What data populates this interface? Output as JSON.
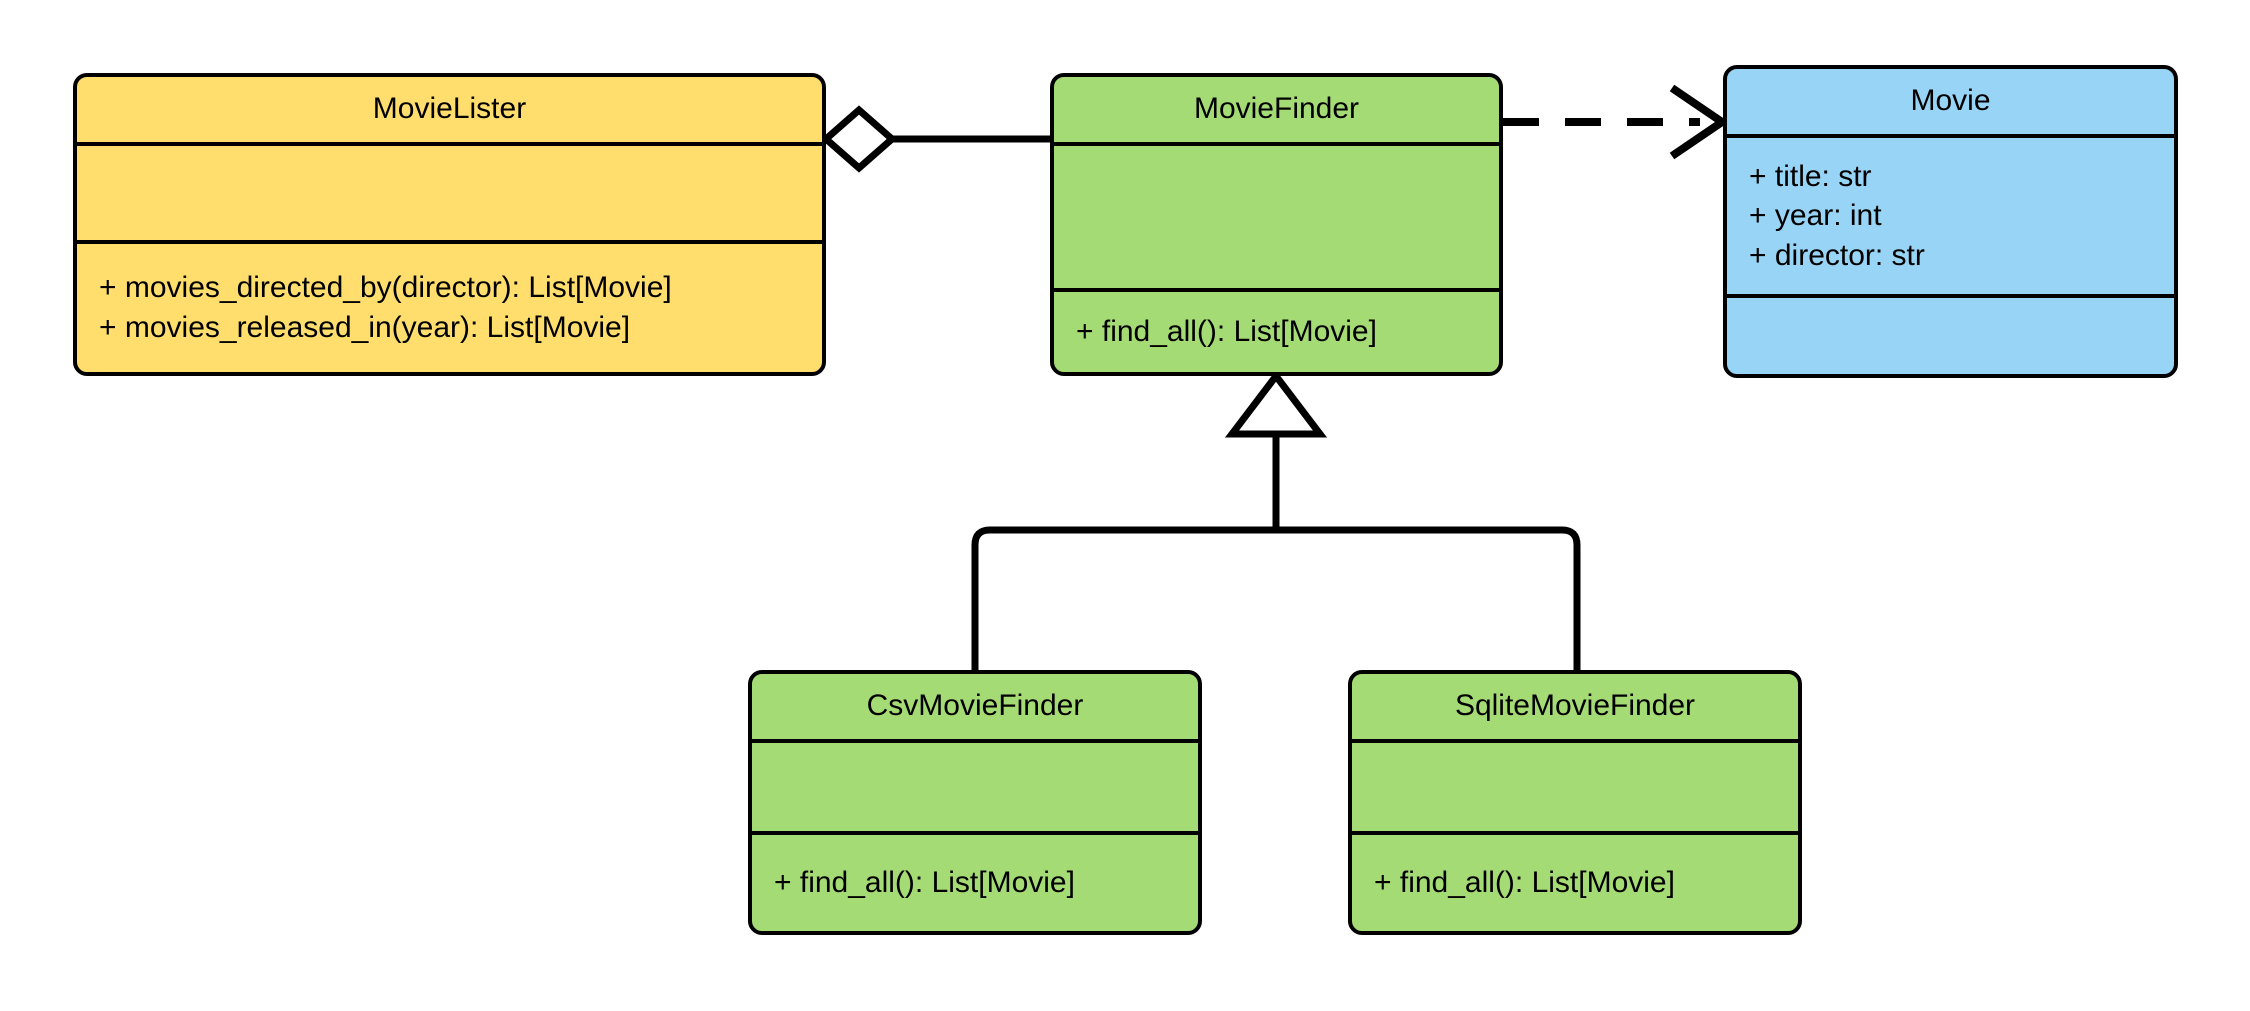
{
  "diagram": {
    "title": "MovieLister dependency injection UML class diagram",
    "type": "uml-class-diagram",
    "background": "#ffffff",
    "stroke": "#000000"
  },
  "palette": {
    "yellow": "#ffde6e",
    "green": "#a5db74",
    "blue": "#98d4f5",
    "line": "#000000",
    "fill_white": "#ffffff"
  },
  "classes": [
    {
      "id": "movie-lister",
      "name": "MovieLister",
      "color": "#ffde6e",
      "attributes": [],
      "methods": [
        "+ movies_directed_by(director): List[Movie]",
        "+ movies_released_in(year): List[Movie]"
      ]
    },
    {
      "id": "movie-finder",
      "name": "MovieFinder",
      "color": "#a5db74",
      "attributes": [],
      "methods": [
        "+ find_all(): List[Movie]"
      ]
    },
    {
      "id": "movie",
      "name": "Movie",
      "color": "#98d4f5",
      "attributes": [
        "+ title: str",
        "+ year: int",
        "+ director: str"
      ],
      "methods": []
    },
    {
      "id": "csv-movie-finder",
      "name": "CsvMovieFinder",
      "color": "#a5db74",
      "attributes": [],
      "methods": [
        "+ find_all(): List[Movie]"
      ]
    },
    {
      "id": "sqlite-movie-finder",
      "name": "SqliteMovieFinder",
      "color": "#a5db74",
      "attributes": [],
      "methods": [
        "+ find_all(): List[Movie]"
      ]
    }
  ],
  "relationships": [
    {
      "id": "aggregation-lister-finder",
      "kind": "aggregation",
      "from": "MovieLister",
      "to": "MovieFinder",
      "style": "solid",
      "marker": "hollow-diamond",
      "marker_end": "MovieLister"
    },
    {
      "id": "dependency-finder-movie",
      "kind": "dependency",
      "from": "MovieFinder",
      "to": "Movie",
      "style": "dashed",
      "marker": "open-arrow",
      "marker_end": "Movie"
    },
    {
      "id": "generalization-csv-finder",
      "kind": "generalization",
      "from": "CsvMovieFinder",
      "to": "MovieFinder",
      "style": "solid",
      "marker": "hollow-triangle",
      "marker_end": "MovieFinder"
    },
    {
      "id": "generalization-sqlite-finder",
      "kind": "generalization",
      "from": "SqliteMovieFinder",
      "to": "MovieFinder",
      "style": "solid",
      "marker": "hollow-triangle",
      "marker_end": "MovieFinder"
    }
  ]
}
